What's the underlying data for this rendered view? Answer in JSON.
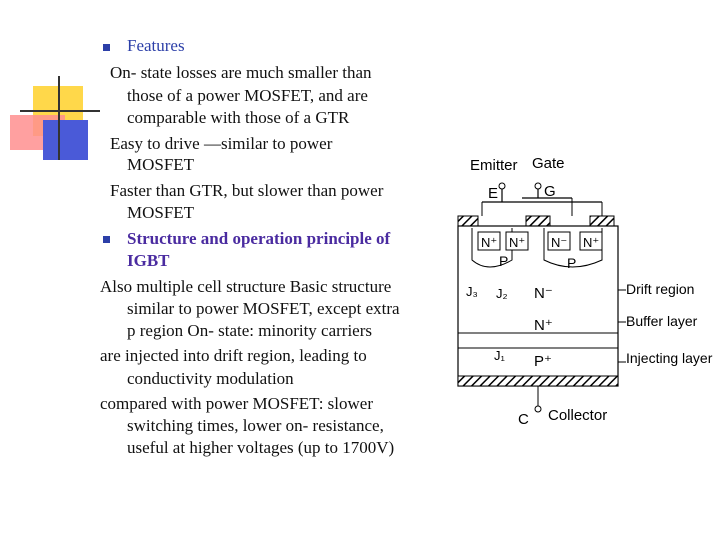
{
  "text": {
    "features_heading": "Features",
    "line_onstate_1": "On- state losses are much smaller than",
    "line_onstate_2": "those of a power MOSFET, and are",
    "line_onstate_3": "comparable with those of a GTR",
    "line_easy_1": "Easy to drive —similar to power",
    "line_easy_2": "MOSFET",
    "line_faster_1": "Faster than GTR, but slower than power",
    "line_faster_2": "MOSFET",
    "structure_heading_1": "Structure and operation principle of",
    "structure_heading_2": "IGBT",
    "line_also_1": "Also multiple cell structure Basic structure",
    "line_also_2": "similar to power MOSFET, except extra",
    "line_also_3": "p region On- state: minority carriers",
    "line_are_1": "are injected into drift region, leading to",
    "line_are_2": "conductivity modulation",
    "line_comp_1": "compared with power MOSFET: slower",
    "line_comp_2": "switching times, lower on- resistance,",
    "line_comp_3": "useful at higher voltages (up to 1700V)"
  },
  "diagram": {
    "emitter": "Emitter",
    "gate": "Gate",
    "e": "E",
    "g": "G",
    "n_plus": "N⁺",
    "n_minus": "N⁻",
    "p": "P",
    "j3": "J₃",
    "j2": "J₂",
    "j1": "J₁",
    "drift_n": "N⁻",
    "buffer_n": "N⁺",
    "inject_p": "P⁺",
    "drift_region": "Drift region",
    "buffer_layer": "Buffer layer",
    "injecting_layer": "Injecting layer",
    "c": "C",
    "collector": "Collector"
  },
  "colors": {
    "bullet": "#2c3fa8",
    "deco_yellow": "#ffd84a",
    "deco_red": "#ff8f8f",
    "deco_blue": "#4a5ad8"
  }
}
